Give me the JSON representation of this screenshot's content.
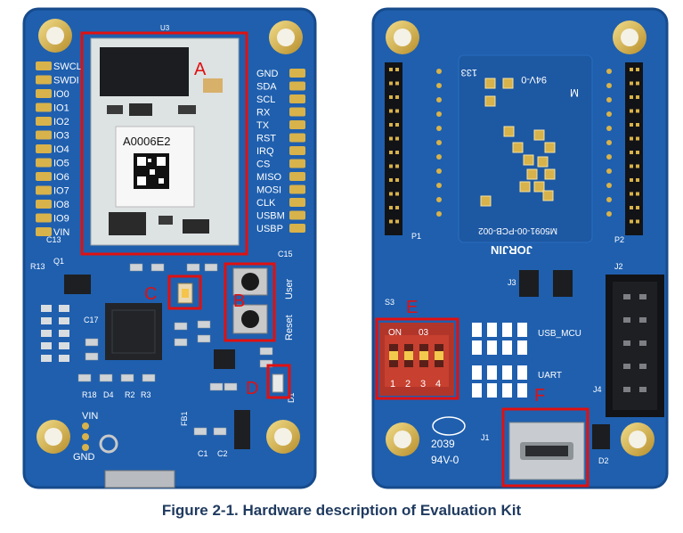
{
  "figure": {
    "caption": "Figure 2-1. Hardware description of Evaluation Kit",
    "callouts": [
      "A",
      "B",
      "C",
      "D",
      "E",
      "F"
    ]
  },
  "front_board": {
    "module_label": "A0006E2",
    "left_pins": [
      "SWCL",
      "SWDI",
      "IO0",
      "IO1",
      "IO2",
      "IO3",
      "IO4",
      "IO5",
      "IO6",
      "IO7",
      "IO8",
      "IO9",
      "VIN"
    ],
    "right_pins": [
      "GND",
      "SDA",
      "SCL",
      "RX",
      "TX",
      "RST",
      "IRQ",
      "CS",
      "MISO",
      "MOSI",
      "CLK",
      "USBM",
      "USBP"
    ],
    "switch_labels": [
      "Reset",
      "User"
    ],
    "component_labels": [
      "C13",
      "R13",
      "Q1",
      "C17",
      "C15",
      "R18",
      "D4",
      "R2",
      "R3",
      "VIN",
      "GND",
      "C1",
      "C2",
      "FB1",
      "D1",
      "U3"
    ]
  },
  "back_board": {
    "pcb_text": [
      "M5091-00-PCB-002",
      "94V-0",
      "M",
      "133"
    ],
    "brand": "JORJIN",
    "dip_labels": [
      "ON",
      "03"
    ],
    "dip_numbers": [
      "1",
      "2",
      "3",
      "4"
    ],
    "jumper_labels": [
      "USB_MCU",
      "UART"
    ],
    "connector_labels": [
      "P1",
      "P2",
      "J2",
      "J3",
      "J4",
      "J1",
      "S3",
      "D2"
    ],
    "bottom_codes": [
      "2039",
      "94V-0"
    ]
  },
  "colors": {
    "pcb_blue": "#1f5fae",
    "pcb_dark": "#174b8c",
    "callout_red": "#e01010",
    "gold": "#d8b24a",
    "silkscreen": "#ffffff",
    "caption": "#1f3a5f"
  }
}
